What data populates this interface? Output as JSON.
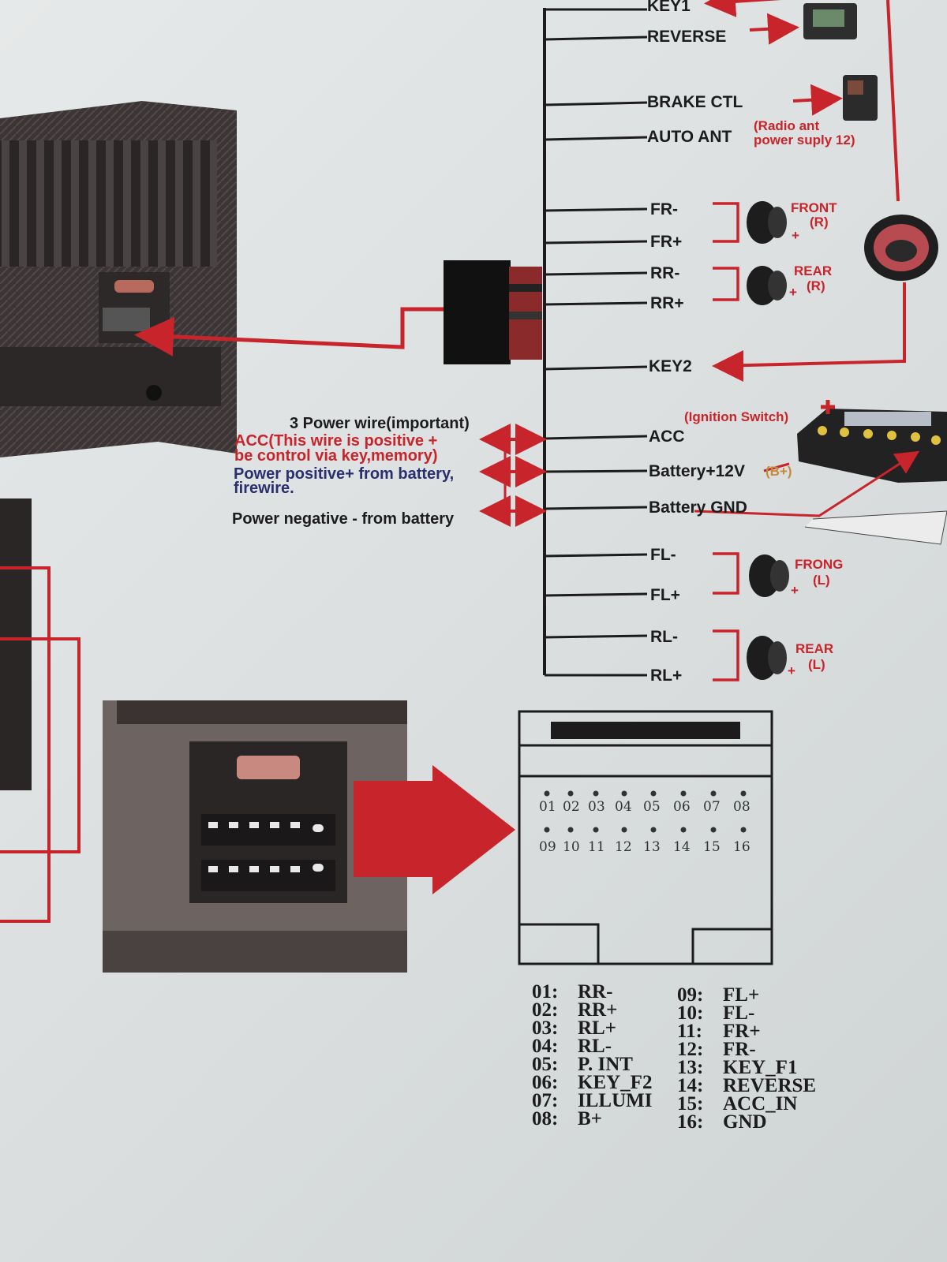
{
  "wires": {
    "key1": "KEY1",
    "reverse": "REVERSE",
    "brake": "BRAKE CTL",
    "auto_ant": "AUTO ANT",
    "auto_ant_note": [
      "(Radio ant",
      "power suply 12)"
    ],
    "fr_minus": "FR-",
    "fr_plus": "FR+",
    "rr_minus": "RR-",
    "rr_plus": "RR+",
    "key2": "KEY2",
    "acc": "ACC",
    "battery": "Battery+12V",
    "battery_note": "(B+)",
    "gnd": "Battery GND",
    "fl_minus": "FL-",
    "fl_plus": "FL+",
    "rl_minus": "RL-",
    "rl_plus": "RL+"
  },
  "speakers": {
    "front_r": [
      "FRONT",
      "(R)"
    ],
    "rear_r": [
      "REAR",
      "(R)"
    ],
    "front_l": [
      "FRONG",
      "(L)"
    ],
    "rear_l": [
      "REAR",
      "(L)"
    ],
    "plus": "+"
  },
  "ignition_label": "(Ignition Switch)",
  "power_notes": {
    "heading": "3 Power wire(important)",
    "acc_lines": [
      "ACC(This wire is positive +",
      "be control via key,memory)"
    ],
    "positive_lines": [
      "Power positive+ from battery,",
      "firewire."
    ],
    "negative": "Power negative - from battery"
  },
  "connector": {
    "pins_top": [
      "01",
      "02",
      "03",
      "04",
      "05",
      "06",
      "07",
      "08"
    ],
    "pins_bottom": [
      "09",
      "10",
      "11",
      "12",
      "13",
      "14",
      "15",
      "16"
    ]
  },
  "pinout_left": [
    {
      "num": "01:",
      "name": "RR-"
    },
    {
      "num": "02:",
      "name": "RR+"
    },
    {
      "num": "03:",
      "name": "RL+"
    },
    {
      "num": "04:",
      "name": "RL-"
    },
    {
      "num": "05:",
      "name": "P. INT"
    },
    {
      "num": "06:",
      "name": "KEY_F2"
    },
    {
      "num": "07:",
      "name": "ILLUMI"
    },
    {
      "num": "08:",
      "name": "B+"
    }
  ],
  "pinout_right": [
    {
      "num": "09:",
      "name": "FL+"
    },
    {
      "num": "10:",
      "name": "FL-"
    },
    {
      "num": "11:",
      "name": "FR+"
    },
    {
      "num": "12:",
      "name": "FR-"
    },
    {
      "num": "13:",
      "name": "KEY_F1"
    },
    {
      "num": "14:",
      "name": "REVERSE"
    },
    {
      "num": "15:",
      "name": "ACC_IN"
    },
    {
      "num": "16:",
      "name": "GND"
    }
  ],
  "colors": {
    "wire": "#1c1c1c",
    "accent_red": "#c8242b",
    "note_blue": "#2a2f6e"
  }
}
